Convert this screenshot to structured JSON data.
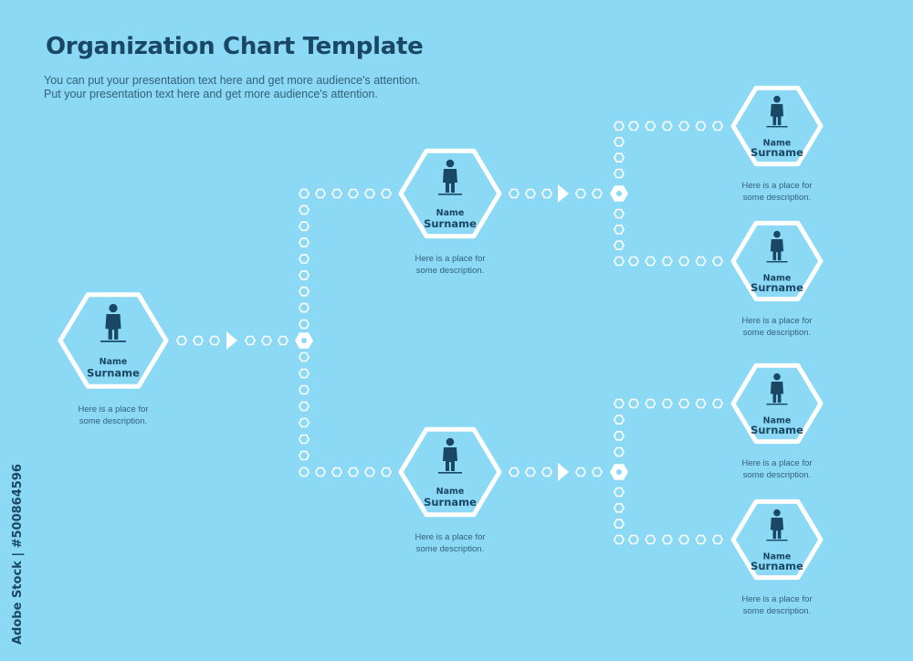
{
  "title": "Organization Chart Template",
  "subtitle": {
    "line1": "You can put your presentation text here and get more audience's attention.",
    "line2": "Put your presentation text here and get more audience's attention."
  },
  "colors": {
    "background": "#8BD9F4",
    "dark": "#1A4763",
    "text": "#35607A",
    "white": "#FFFFFF"
  },
  "nodes": [
    {
      "id": "root",
      "level": 1,
      "name": "Name",
      "surname": "Surname",
      "description": [
        "Here is a place for",
        "some description."
      ]
    },
    {
      "id": "manager-top",
      "level": 2,
      "name": "Name",
      "surname": "Surname",
      "description": [
        "Here is a place for",
        "some description."
      ]
    },
    {
      "id": "manager-bottom",
      "level": 2,
      "name": "Name",
      "surname": "Surname",
      "description": [
        "Here is a place for",
        "some description."
      ]
    },
    {
      "id": "staff-1",
      "level": 3,
      "name": "Name",
      "surname": "Surname",
      "description": [
        "Here is a place for",
        "some description."
      ]
    },
    {
      "id": "staff-2",
      "level": 3,
      "name": "Name",
      "surname": "Surname",
      "description": [
        "Here is a place for",
        "some description."
      ]
    },
    {
      "id": "staff-3",
      "level": 3,
      "name": "Name",
      "surname": "Surname",
      "description": [
        "Here is a place for",
        "some description."
      ]
    },
    {
      "id": "staff-4",
      "level": 3,
      "name": "Name",
      "surname": "Surname",
      "description": [
        "Here is a place for",
        "some description."
      ]
    }
  ],
  "edges": [
    {
      "from": "root",
      "to": "manager-top"
    },
    {
      "from": "root",
      "to": "manager-bottom"
    },
    {
      "from": "manager-top",
      "to": "staff-1"
    },
    {
      "from": "manager-top",
      "to": "staff-2"
    },
    {
      "from": "manager-bottom",
      "to": "staff-3"
    },
    {
      "from": "manager-bottom",
      "to": "staff-4"
    }
  ],
  "icons": {
    "person": "person-icon"
  },
  "watermark": "Adobe Stock | #500864596"
}
